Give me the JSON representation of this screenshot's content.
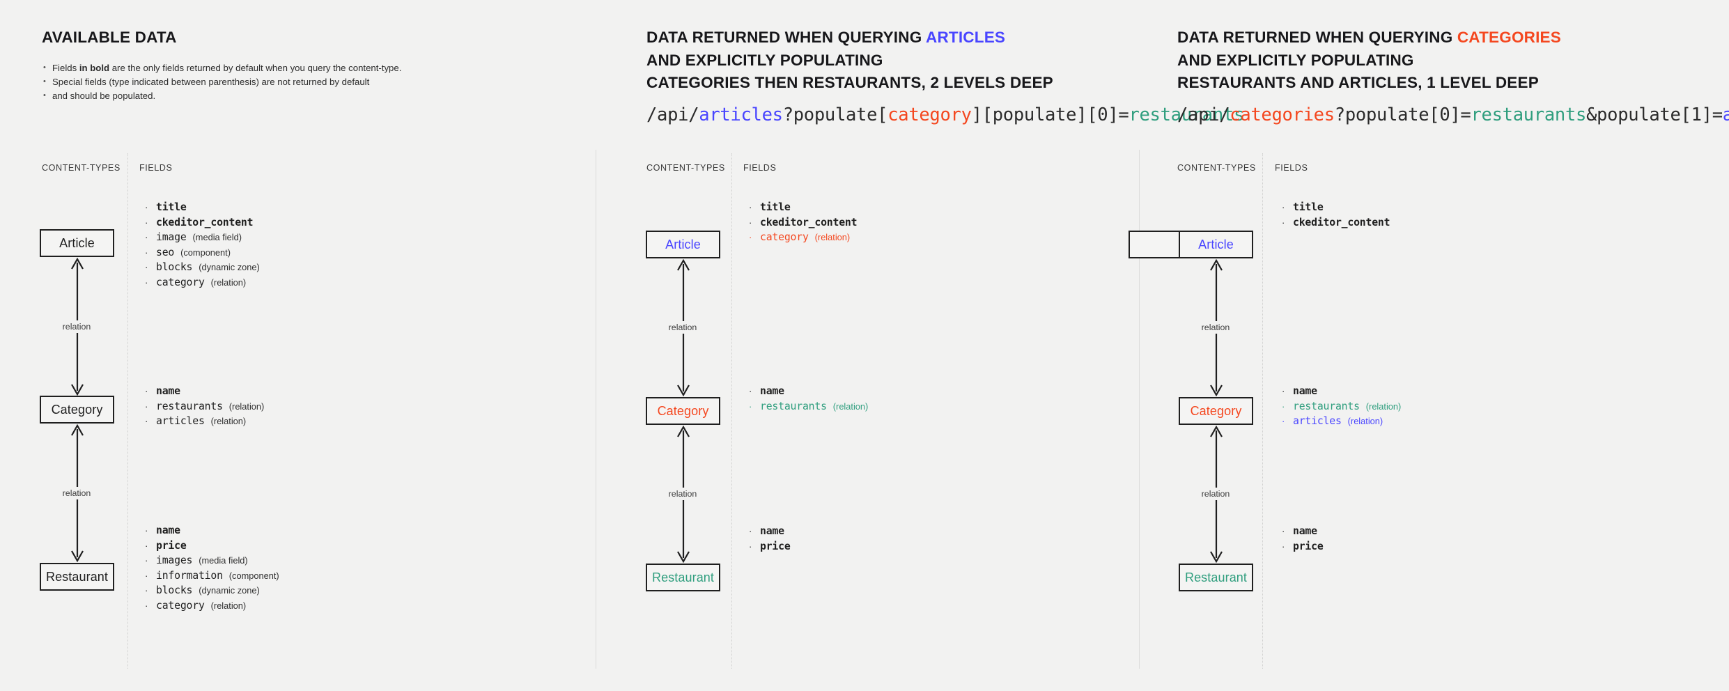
{
  "colors": {
    "background": "#f2f2f1",
    "text": "#1f1f1f",
    "blue": "#4945ff",
    "red": "#f4471f",
    "teal": "#2f9e7e",
    "divider": "#dcdcdb"
  },
  "panels": [
    {
      "id": "available-data",
      "heading_lines": [
        "AVAILABLE DATA"
      ],
      "notes": [
        {
          "pre": "Fields ",
          "bold": "in bold",
          "post": " are the only fields returned by default when you query the content-type."
        },
        {
          "pre": "Special fields (type indicated between parenthesis) are not returned by default",
          "bold": "",
          "post": ""
        },
        {
          "pre": "and should be populated.",
          "bold": "",
          "post": "",
          "indent": true
        }
      ],
      "column_labels": {
        "content_types": "CONTENT-TYPES",
        "fields": "FIELDS"
      },
      "entities": [
        {
          "name": "Article",
          "color": "default"
        },
        {
          "name": "Category",
          "color": "default"
        },
        {
          "name": "Restaurant",
          "color": "default"
        }
      ],
      "relations": [
        {
          "label": "relation"
        },
        {
          "label": "relation"
        }
      ],
      "field_groups": [
        [
          {
            "name": "title",
            "type": "",
            "bold": true,
            "color": "default"
          },
          {
            "name": "ckeditor_content",
            "type": "",
            "bold": true,
            "color": "default"
          },
          {
            "name": "image",
            "type": "(media field)",
            "bold": false,
            "color": "default"
          },
          {
            "name": "seo",
            "type": "(component)",
            "bold": false,
            "color": "default"
          },
          {
            "name": "blocks",
            "type": "(dynamic zone)",
            "bold": false,
            "color": "default"
          },
          {
            "name": "category",
            "type": "(relation)",
            "bold": false,
            "color": "default"
          }
        ],
        [
          {
            "name": "name",
            "type": "",
            "bold": true,
            "color": "default"
          },
          {
            "name": "restaurants",
            "type": "(relation)",
            "bold": false,
            "color": "default"
          },
          {
            "name": "articles",
            "type": "(relation)",
            "bold": false,
            "color": "default"
          }
        ],
        [
          {
            "name": "name",
            "type": "",
            "bold": true,
            "color": "default"
          },
          {
            "name": "price",
            "type": "",
            "bold": true,
            "color": "default"
          },
          {
            "name": "images",
            "type": "(media field)",
            "bold": false,
            "color": "default"
          },
          {
            "name": "information",
            "type": "(component)",
            "bold": false,
            "color": "default"
          },
          {
            "name": "blocks",
            "type": "(dynamic zone)",
            "bold": false,
            "color": "default"
          },
          {
            "name": "category",
            "type": "(relation)",
            "bold": false,
            "color": "default"
          }
        ]
      ]
    },
    {
      "id": "query-articles",
      "heading_lines": [
        {
          "text": "DATA RETURNED WHEN QUERYING ",
          "highlight": "ARTICLES",
          "highlight_color": "blue"
        },
        {
          "text": "AND EXPLICITLY POPULATING",
          "highlight": "",
          "highlight_color": ""
        },
        {
          "text": "CATEGORIES THEN RESTAURANTS, 2 LEVELS DEEP",
          "highlight": "",
          "highlight_color": ""
        }
      ],
      "api_url_parts": [
        {
          "t": "/api/",
          "c": "default"
        },
        {
          "t": "articles",
          "c": "blue"
        },
        {
          "t": "?populate[",
          "c": "default"
        },
        {
          "t": "category",
          "c": "red"
        },
        {
          "t": "][populate][0]=",
          "c": "default"
        },
        {
          "t": "restaurants",
          "c": "teal"
        }
      ],
      "column_labels": {
        "content_types": "CONTENT-TYPES",
        "fields": "FIELDS"
      },
      "entities": [
        {
          "name": "Article",
          "color": "blue"
        },
        {
          "name": "Category",
          "color": "red"
        },
        {
          "name": "Restaurant",
          "color": "teal"
        }
      ],
      "relations": [
        {
          "label": "relation"
        },
        {
          "label": "relation"
        }
      ],
      "field_groups": [
        [
          {
            "name": "title",
            "type": "",
            "bold": true,
            "color": "default"
          },
          {
            "name": "ckeditor_content",
            "type": "",
            "bold": true,
            "color": "default"
          },
          {
            "name": "category",
            "type": "(relation)",
            "bold": false,
            "color": "red"
          }
        ],
        [
          {
            "name": "name",
            "type": "",
            "bold": true,
            "color": "default"
          },
          {
            "name": "restaurants",
            "type": "(relation)",
            "bold": false,
            "color": "teal"
          }
        ],
        [
          {
            "name": "name",
            "type": "",
            "bold": true,
            "color": "default"
          },
          {
            "name": "price",
            "type": "",
            "bold": true,
            "color": "default"
          }
        ]
      ]
    },
    {
      "id": "query-categories",
      "heading_lines": [
        {
          "text": "DATA RETURNED WHEN QUERYING ",
          "highlight": "CATEGORIES",
          "highlight_color": "red"
        },
        {
          "text": "AND EXPLICITLY POPULATING",
          "highlight": "",
          "highlight_color": ""
        },
        {
          "text": "RESTAURANTS AND ARTICLES, 1 LEVEL DEEP",
          "highlight": "",
          "highlight_color": ""
        }
      ],
      "api_url_parts": [
        {
          "t": "/api/",
          "c": "default"
        },
        {
          "t": "categories",
          "c": "red"
        },
        {
          "t": "?populate[0]=",
          "c": "default"
        },
        {
          "t": "restaurants",
          "c": "teal"
        },
        {
          "t": "&populate[1]=",
          "c": "default"
        },
        {
          "t": "articles",
          "c": "blue"
        }
      ],
      "column_labels": {
        "content_types": "CONTENT-TYPES",
        "fields": "FIELDS"
      },
      "entities": [
        {
          "name": "Article",
          "color": "blue"
        },
        {
          "name": "Category",
          "color": "red"
        },
        {
          "name": "Restaurant",
          "color": "teal"
        }
      ],
      "relations": [
        {
          "label": "relation"
        },
        {
          "label": "relation"
        }
      ],
      "field_groups": [
        [
          {
            "name": "title",
            "type": "",
            "bold": true,
            "color": "default"
          },
          {
            "name": "ckeditor_content",
            "type": "",
            "bold": true,
            "color": "default"
          }
        ],
        [
          {
            "name": "name",
            "type": "",
            "bold": true,
            "color": "default"
          },
          {
            "name": "restaurants",
            "type": "(relation)",
            "bold": false,
            "color": "teal"
          },
          {
            "name": "articles",
            "type": "(relation)",
            "bold": false,
            "color": "blue"
          }
        ],
        [
          {
            "name": "name",
            "type": "",
            "bold": true,
            "color": "default"
          },
          {
            "name": "price",
            "type": "",
            "bold": true,
            "color": "default"
          }
        ]
      ]
    }
  ]
}
